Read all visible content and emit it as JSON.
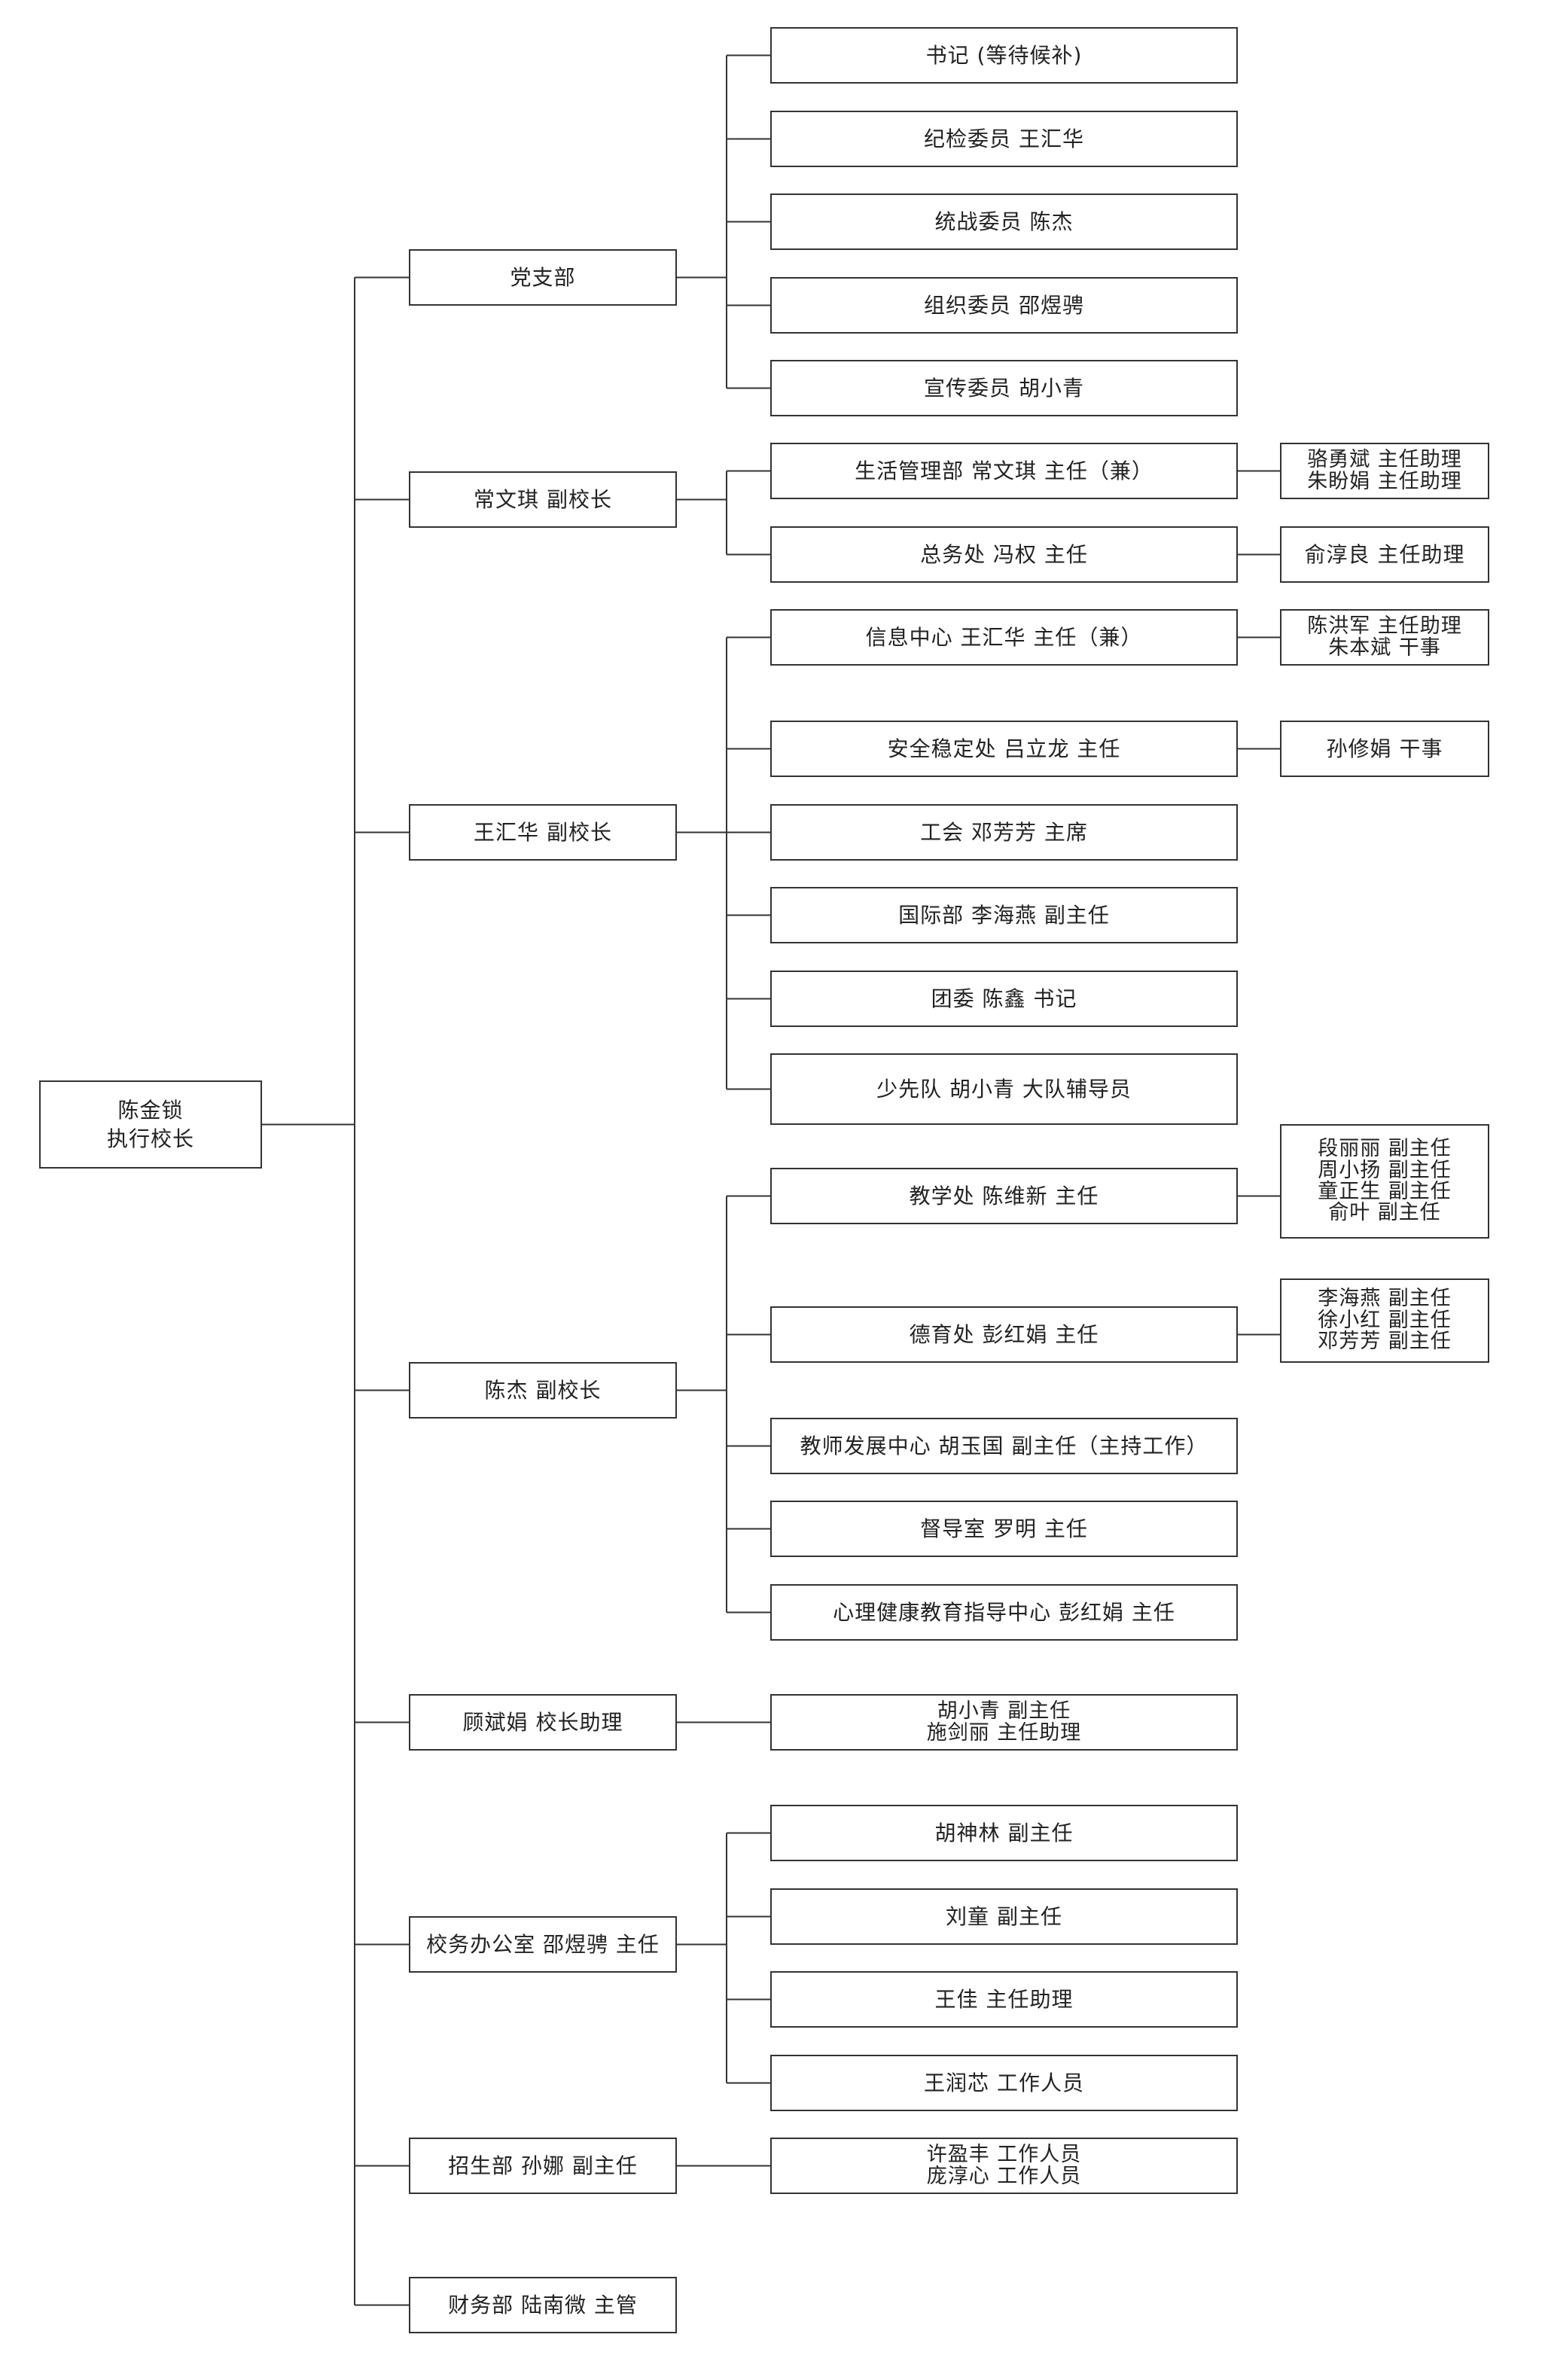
{
  "colors": {
    "border": "#333333",
    "line": "#333333",
    "text": "#222222",
    "background": "#ffffff"
  },
  "root": {
    "lines": [
      "陈金锁",
      "执行校长"
    ]
  },
  "branches": [
    {
      "lines": [
        "党支部"
      ],
      "children": [
        {
          "lines": [
            "书记 (等待候补)"
          ]
        },
        {
          "lines": [
            "纪检委员 王汇华"
          ]
        },
        {
          "lines": [
            "统战委员 陈杰"
          ]
        },
        {
          "lines": [
            "组织委员 邵煜骋"
          ]
        },
        {
          "lines": [
            "宣传委员 胡小青"
          ]
        }
      ]
    },
    {
      "lines": [
        "常文琪 副校长"
      ],
      "children": [
        {
          "lines": [
            "生活管理部 常文琪 主任（兼）"
          ],
          "sub": {
            "lines": [
              "骆勇斌 主任助理",
              "朱盼娟 主任助理"
            ]
          }
        },
        {
          "lines": [
            "总务处 冯权 主任"
          ],
          "sub": {
            "lines": [
              "俞淳良 主任助理"
            ]
          }
        }
      ]
    },
    {
      "lines": [
        "王汇华 副校长"
      ],
      "children": [
        {
          "lines": [
            "信息中心 王汇华 主任（兼）"
          ],
          "sub": {
            "lines": [
              "陈洪军 主任助理",
              "朱本斌 干事"
            ]
          }
        },
        {
          "lines": [
            "安全稳定处 吕立龙 主任"
          ],
          "sub": {
            "lines": [
              "孙修娟 干事"
            ]
          }
        },
        {
          "lines": [
            "工会 邓芳芳 主席"
          ]
        },
        {
          "lines": [
            "国际部 李海燕 副主任"
          ]
        },
        {
          "lines": [
            "团委 陈鑫 书记"
          ]
        },
        {
          "lines": [
            "少先队 胡小青 大队辅导员"
          ]
        }
      ]
    },
    {
      "lines": [
        "陈杰 副校长"
      ],
      "children": [
        {
          "lines": [
            "教学处 陈维新 主任"
          ],
          "sub": {
            "lines": [
              "段丽丽 副主任",
              "周小扬 副主任",
              "童正生 副主任",
              "俞叶 副主任"
            ]
          }
        },
        {
          "lines": [
            "德育处 彭红娟 主任"
          ],
          "sub": {
            "lines": [
              "李海燕 副主任",
              "徐小红 副主任",
              "邓芳芳 副主任"
            ]
          }
        },
        {
          "lines": [
            "教师发展中心 胡玉国 副主任（主持工作）"
          ]
        },
        {
          "lines": [
            "督导室 罗明 主任"
          ]
        },
        {
          "lines": [
            "心理健康教育指导中心 彭红娟 主任"
          ]
        }
      ]
    },
    {
      "lines": [
        "顾斌娟 校长助理"
      ],
      "children": [
        {
          "lines": [
            "胡小青 副主任",
            "施剑丽 主任助理"
          ]
        }
      ]
    },
    {
      "lines": [
        "校务办公室 邵煜骋 主任"
      ],
      "children": [
        {
          "lines": [
            "胡神林 副主任"
          ]
        },
        {
          "lines": [
            "刘童 副主任"
          ]
        },
        {
          "lines": [
            "王佳 主任助理"
          ]
        },
        {
          "lines": [
            "王润芯 工作人员"
          ]
        }
      ]
    },
    {
      "lines": [
        "招生部 孙娜 副主任"
      ],
      "children": [
        {
          "lines": [
            "许盈丰 工作人员",
            "庞淳心 工作人员"
          ]
        }
      ]
    },
    {
      "lines": [
        "财务部 陆南微 主管"
      ],
      "children": []
    }
  ]
}
